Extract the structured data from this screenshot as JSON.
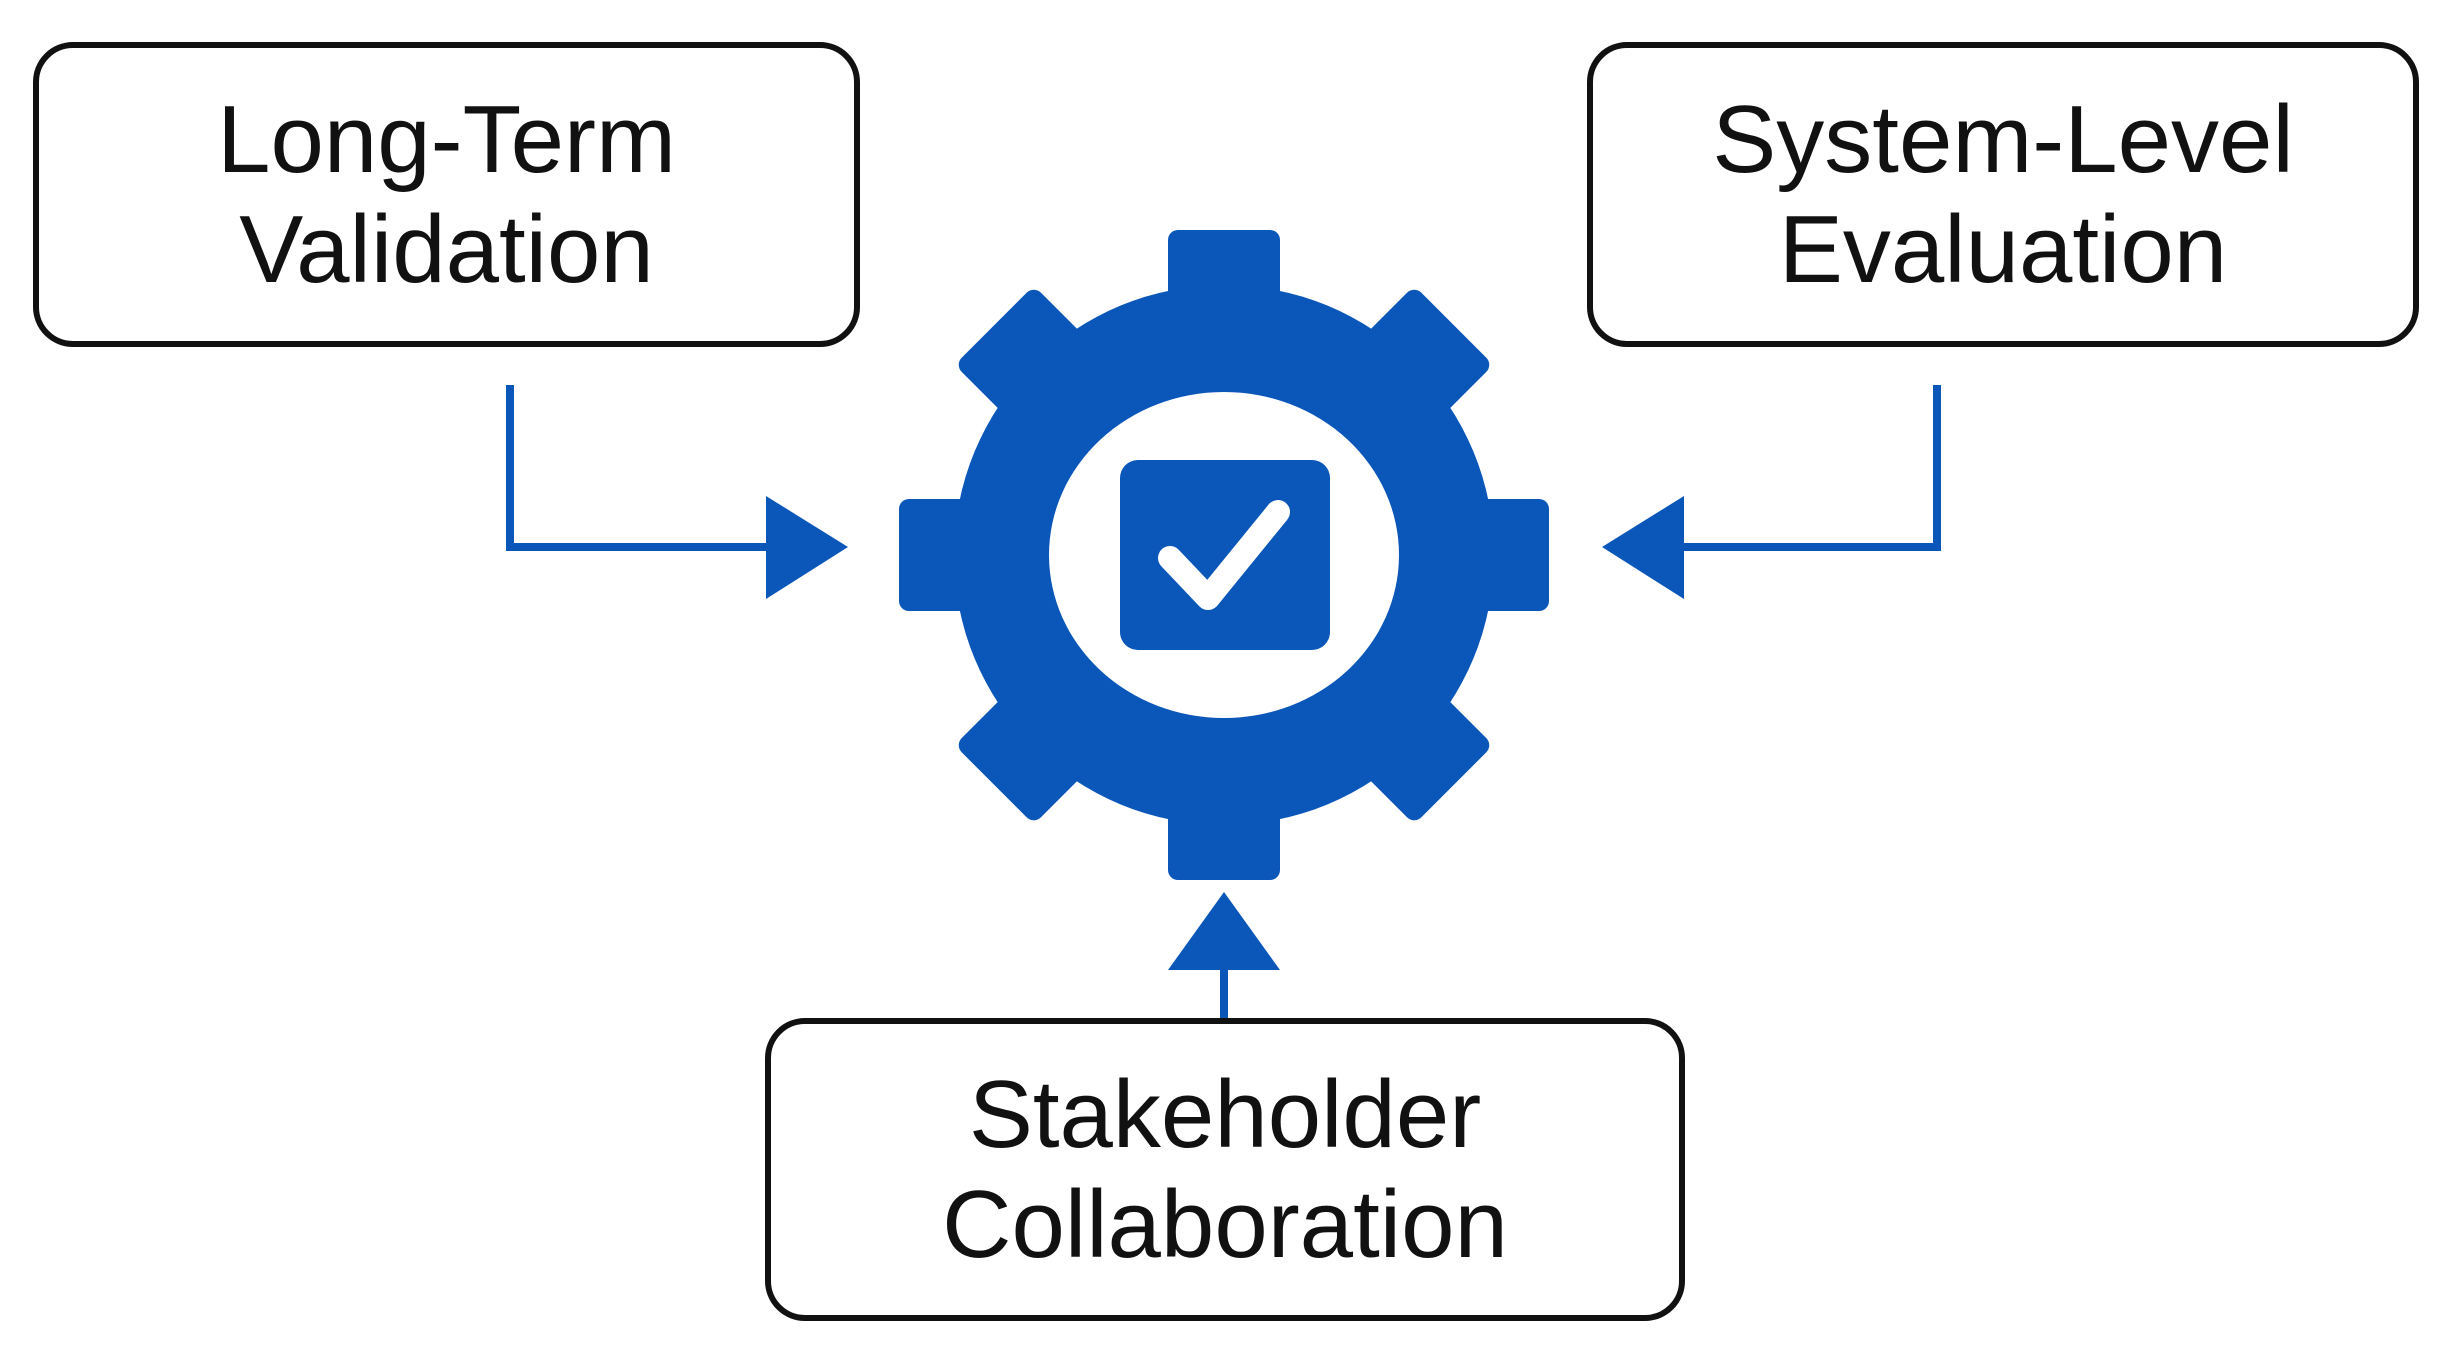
{
  "diagram": {
    "accent_color": "#0a56b9",
    "border_color": "#111111",
    "center_icon": "gear-checkbox-icon",
    "nodes": {
      "long_term": {
        "line1": "Long-Term",
        "line2": "Validation"
      },
      "system_level": {
        "line1": "System-Level",
        "line2": "Evaluation"
      },
      "stakeholder": {
        "line1": "Stakeholder",
        "line2": "Collaboration"
      }
    }
  }
}
